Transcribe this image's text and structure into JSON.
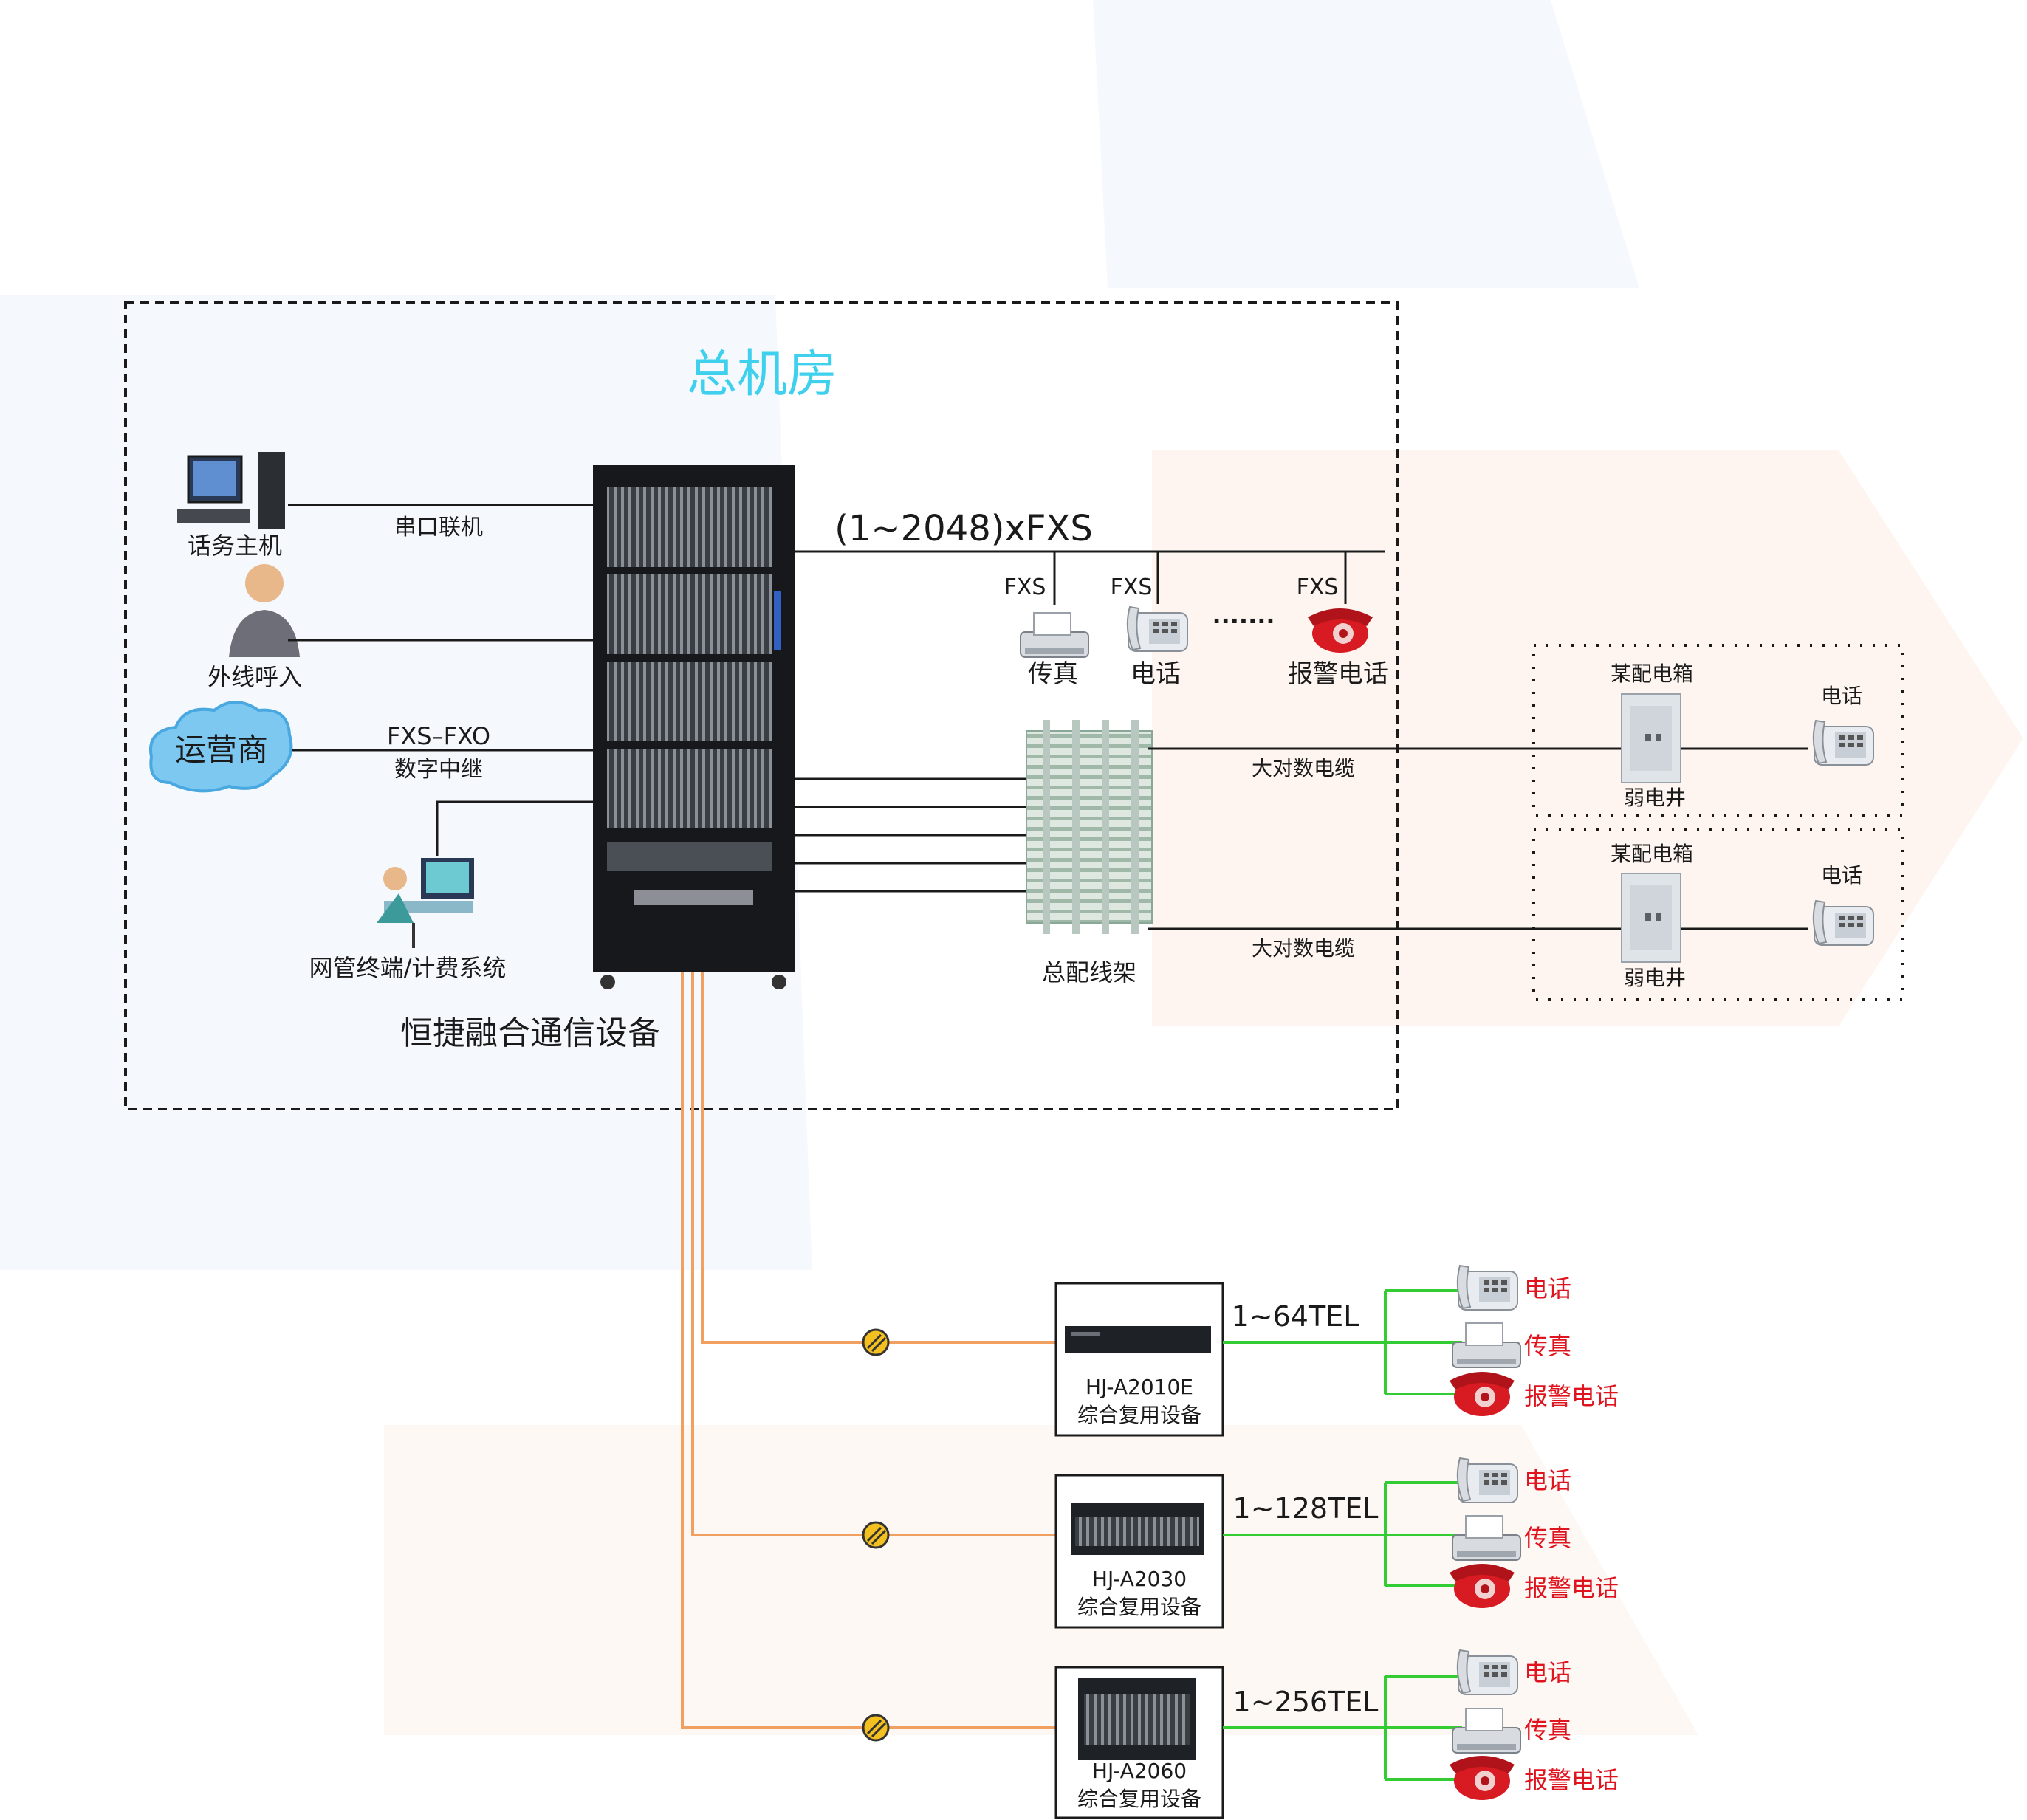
{
  "room_title": "总机房",
  "core_device": {
    "label": "恒捷融合通信设备"
  },
  "left_devices": {
    "console": {
      "label": "话务主机",
      "link_label": "串口联机"
    },
    "caller": {
      "label": "外线呼入"
    },
    "carrier": {
      "label": "运营商",
      "link_label_1": "FXS–FXO",
      "link_label_2": "数字中继"
    },
    "nms": {
      "label": "网管终端/计费系统"
    }
  },
  "fxs_bus": {
    "label": "(1~2048)xFXS",
    "ports": [
      {
        "port": "FXS",
        "device": "传真",
        "icon": "fax-icon"
      },
      {
        "port": "FXS",
        "device": "电话",
        "icon": "phone-icon"
      },
      {
        "port": "FXS",
        "device": "报警电话",
        "icon": "alarm-phone-icon"
      }
    ],
    "ellipsis": "·······"
  },
  "mdf": {
    "label": "总配线架"
  },
  "buildings": [
    {
      "box_label": "某配电箱",
      "shaft_label": "弱电井",
      "phone_label": "电话",
      "cable_label": "大对数电缆"
    },
    {
      "box_label": "某配电箱",
      "shaft_label": "弱电井",
      "phone_label": "电话",
      "cable_label": "大对数电缆"
    }
  ],
  "mux_units": [
    {
      "model": "HJ-A2010E",
      "desc": "综合复用设备",
      "capacity": "1~64TEL",
      "terminals": [
        {
          "label": "电话",
          "icon": "phone-icon"
        },
        {
          "label": "传真",
          "icon": "fax-icon"
        },
        {
          "label": "报警电话",
          "icon": "alarm-phone-icon"
        }
      ]
    },
    {
      "model": "HJ-A2030",
      "desc": "综合复用设备",
      "capacity": "1~128TEL",
      "terminals": [
        {
          "label": "电话",
          "icon": "phone-icon"
        },
        {
          "label": "传真",
          "icon": "fax-icon"
        },
        {
          "label": "报警电话",
          "icon": "alarm-phone-icon"
        }
      ]
    },
    {
      "model": "HJ-A2060",
      "desc": "综合复用设备",
      "capacity": "1~256TEL",
      "terminals": [
        {
          "label": "电话",
          "icon": "phone-icon"
        },
        {
          "label": "传真",
          "icon": "fax-icon"
        },
        {
          "label": "报警电话",
          "icon": "alarm-phone-icon"
        }
      ]
    }
  ],
  "colors": {
    "fiber": "#f0a060",
    "subscriber_line": "#33cc33",
    "title": "#3fd0ee",
    "terminal_label": "#e0141e"
  }
}
